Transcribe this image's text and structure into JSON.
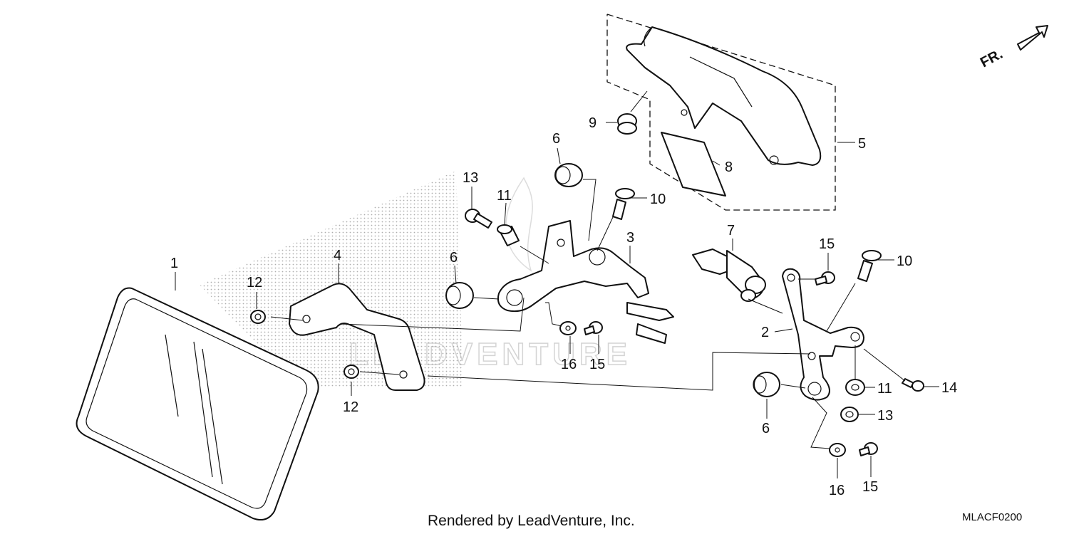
{
  "labels": {
    "p1": "1",
    "p2": "2",
    "p3": "3",
    "p4": "4",
    "p5": "5",
    "p6a": "6",
    "p6b": "6",
    "p6c": "6",
    "p7": "7",
    "p8": "8",
    "p9": "9",
    "p10a": "10",
    "p10b": "10",
    "p11a": "11",
    "p11b": "11",
    "p12a": "12",
    "p12b": "12",
    "p13a": "13",
    "p13b": "13",
    "p14": "14",
    "p15a": "15",
    "p15b": "15",
    "p15c": "15",
    "p16a": "16",
    "p16b": "16"
  },
  "direction_marker": "FR.",
  "footer": {
    "credit": "Rendered by LeadVenture, Inc.",
    "code": "MLACF0200"
  },
  "watermark": "LEADVENTURE"
}
